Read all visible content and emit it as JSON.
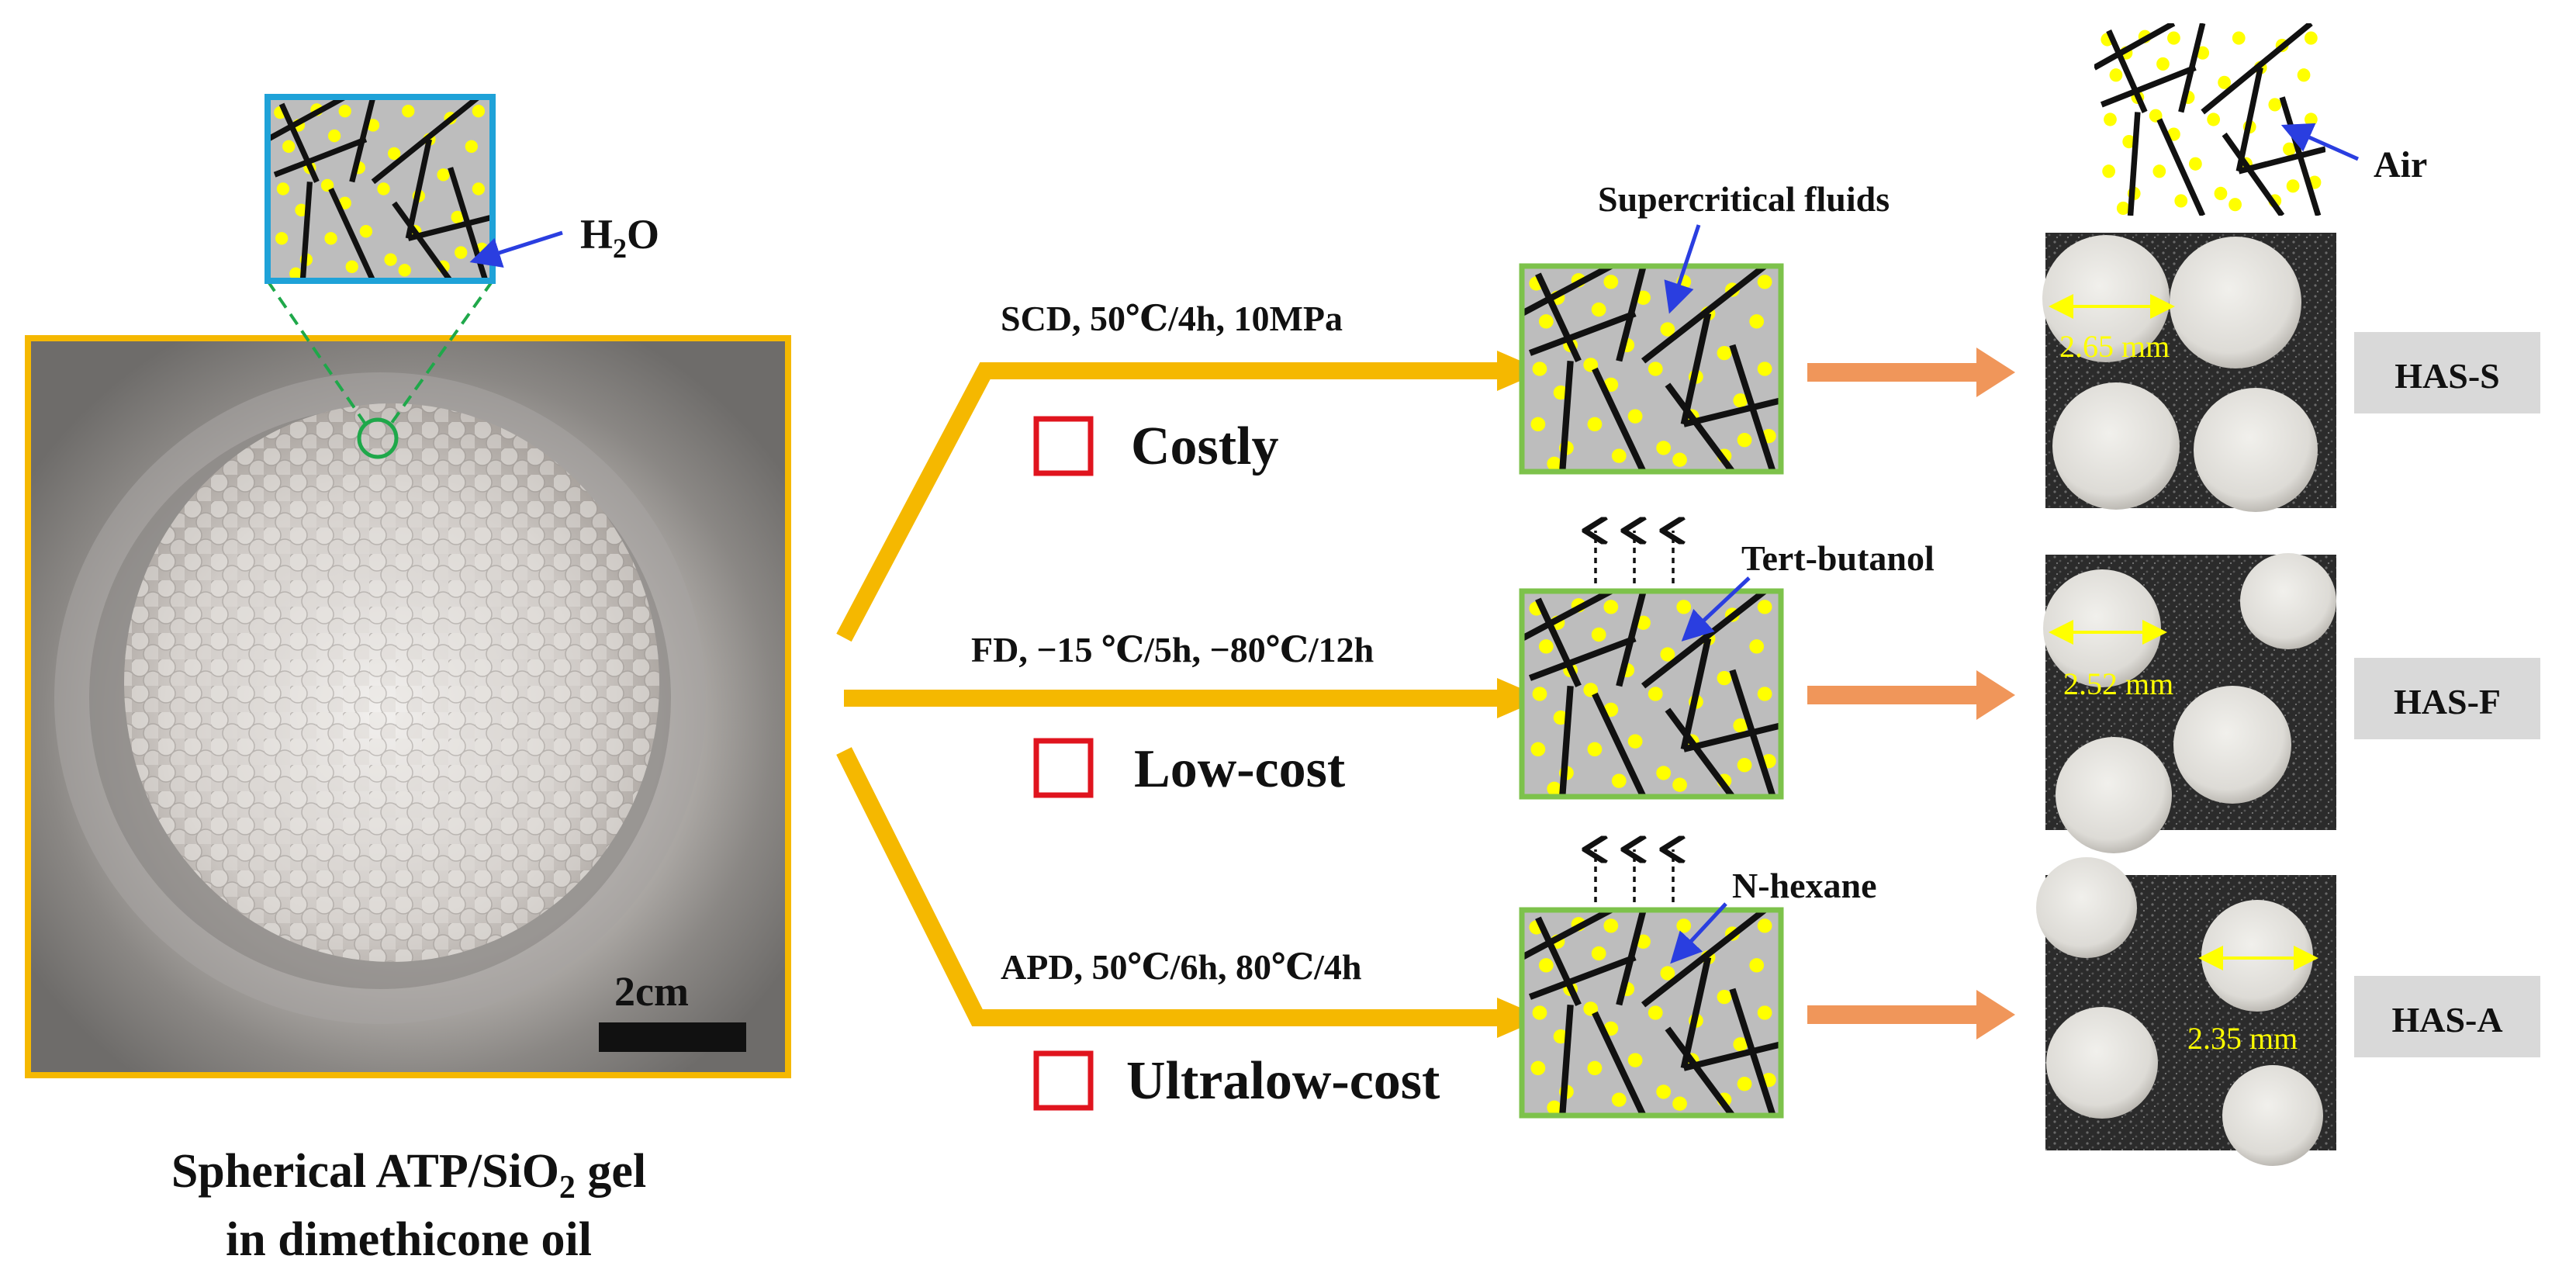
{
  "source": {
    "caption_line1": "Spherical ATP/SiO",
    "caption_sub": "2",
    "caption_line1_tail": " gel",
    "caption_line2": "in dimethicone oil",
    "scale_label": "2cm",
    "h2o_label_pre": "H",
    "h2o_label_sub": "2",
    "h2o_label_post": "O"
  },
  "routes": [
    {
      "id": "scd",
      "condition": "SCD, 50℃/4h, 10MPa",
      "cost": "Costly",
      "solvent": "Supercritical  fluids",
      "sample": "HAS-S",
      "diameter": "2.65 mm"
    },
    {
      "id": "fd",
      "condition": "FD, −15 ℃/5h, −80℃/12h",
      "cost": "Low-cost",
      "solvent": "Tert-butanol",
      "sample": "HAS-F",
      "diameter": "2.52 mm"
    },
    {
      "id": "apd",
      "condition": "APD, 50℃/6h, 80℃/4h",
      "cost": "Ultralow-cost",
      "solvent": "N-hexane",
      "sample": "HAS-A",
      "diameter": "2.35 mm"
    }
  ],
  "aerogel": {
    "air_label": "Air"
  },
  "colors": {
    "route_arrow": "#f5b800",
    "product_arrow": "#f0965a",
    "frame_orange": "#f5b800",
    "frame_cyan": "#1fa2d8",
    "cell_border": "#7dc24b",
    "particle": "#ffff00",
    "cell_gray": "#bdbdbd",
    "pointer_blue": "#2a3ee0",
    "check_red": "#e0141e",
    "label_box": "#d9d9d9",
    "measure": "#ffff00",
    "zoom_green": "#1fa84a"
  }
}
